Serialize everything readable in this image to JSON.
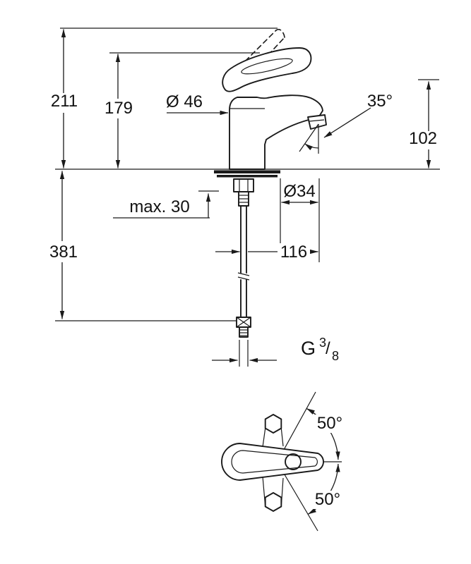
{
  "page": {
    "background": "#ffffff",
    "line_color": "#1a1a1a"
  },
  "side_view": {
    "total_height": "211",
    "body_height": "179",
    "body_diameter": "Ø 46",
    "spout_angle": "35°",
    "spout_height": "102",
    "max_mounting_thickness": "max. 30",
    "hole_diameter": "Ø34",
    "hose_length": "381",
    "spout_reach": "116",
    "thread": {
      "prefix": "G",
      "numerator": "3",
      "slash": "/",
      "denominator": "8"
    }
  },
  "top_view": {
    "handle_swing_upper": "50°",
    "handle_swing_lower": "50°"
  }
}
